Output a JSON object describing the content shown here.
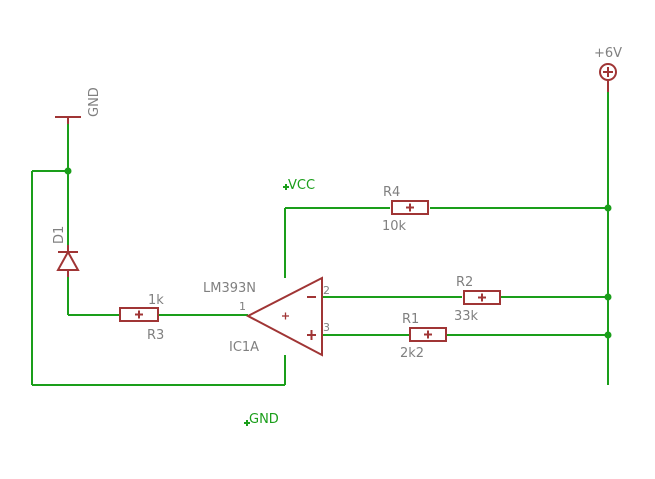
{
  "colors": {
    "wire": "#1a9e1a",
    "symbol": "#a03535",
    "label": "#808080"
  },
  "components": {
    "r4": {
      "name": "R4",
      "value": "10k"
    },
    "r2": {
      "name": "R2",
      "value": "33k"
    },
    "r1": {
      "name": "R1",
      "value": "2k2"
    },
    "r3": {
      "name": "R3",
      "value": "1k"
    },
    "d1": {
      "name": "D1"
    },
    "ic": {
      "name": "IC1A",
      "value": "LM393N",
      "pin1": "1",
      "pin2": "2",
      "pin3": "3"
    }
  },
  "nets": {
    "gnd_top": "GND",
    "gnd_bottom": "GND",
    "vcc": "VCC",
    "supply": "+6V"
  }
}
